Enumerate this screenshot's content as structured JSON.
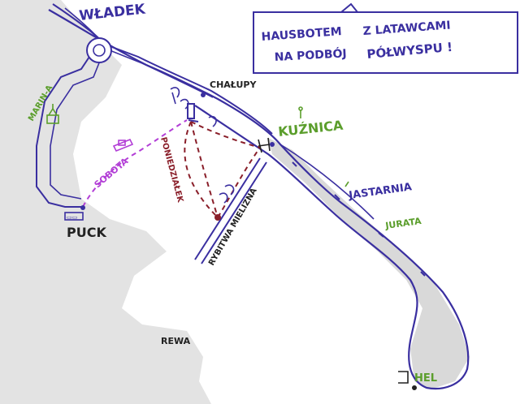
{
  "colors": {
    "ink": "#3a2fa0",
    "land": "#e3e3e3",
    "hel_land": "#d9d9d9",
    "purple": "#b23ed6",
    "maroon": "#8a1f2a",
    "green": "#5b9e2c",
    "dark": "#222222"
  },
  "title_box": {
    "line1_left": "HAUSBOTEM",
    "line1_right": "Z LATAWCAMI",
    "line2_left": "NA PODBÓJ",
    "line2_right": "PÓŁWYSPU !"
  },
  "places": {
    "wladek": "WŁADEK",
    "chalupy": "CHAŁUPY",
    "kuznica": "KUŹNICA",
    "jastarnia": "JASTARNIA",
    "jurata": "JURATA",
    "hel": "HEL",
    "puck": "PUCK",
    "rewa": "REWA",
    "marina": "MARIN-A",
    "rybitwa": "RYBITWA MIELIZNA"
  },
  "routes": {
    "sobota": "SOBOTA",
    "poniedzialek": "PONIEDZIAŁEK"
  },
  "icons": [
    "kite-icon",
    "houseboat-icon",
    "harbour-icon",
    "roundabout-icon",
    "tent-icon"
  ]
}
